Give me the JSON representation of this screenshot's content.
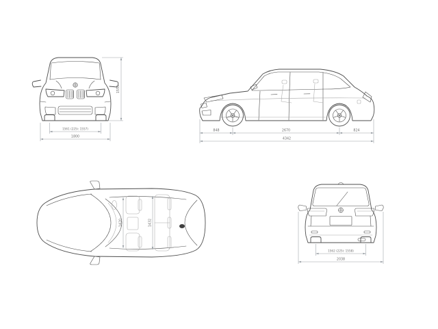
{
  "canvas": {
    "background": "#ffffff"
  },
  "colors": {
    "car_line": "#4d4d4d",
    "dimension_line": "#9aa0a6",
    "dimension_text": "#6f6f6f"
  },
  "views": {
    "front": {
      "dim_track": "1561 (225i: 1557)",
      "dim_width": "1800",
      "dim_height": "1555"
    },
    "side": {
      "dim_front_overhang": "848",
      "dim_wheelbase": "2670",
      "dim_rear_overhang": "824",
      "dim_length": "4342"
    },
    "top": {
      "dim_front_interior": "1420",
      "dim_rear_interior": "1432"
    },
    "rear": {
      "dim_track": "1562 (225i: 1558)",
      "dim_width": "2038"
    }
  }
}
